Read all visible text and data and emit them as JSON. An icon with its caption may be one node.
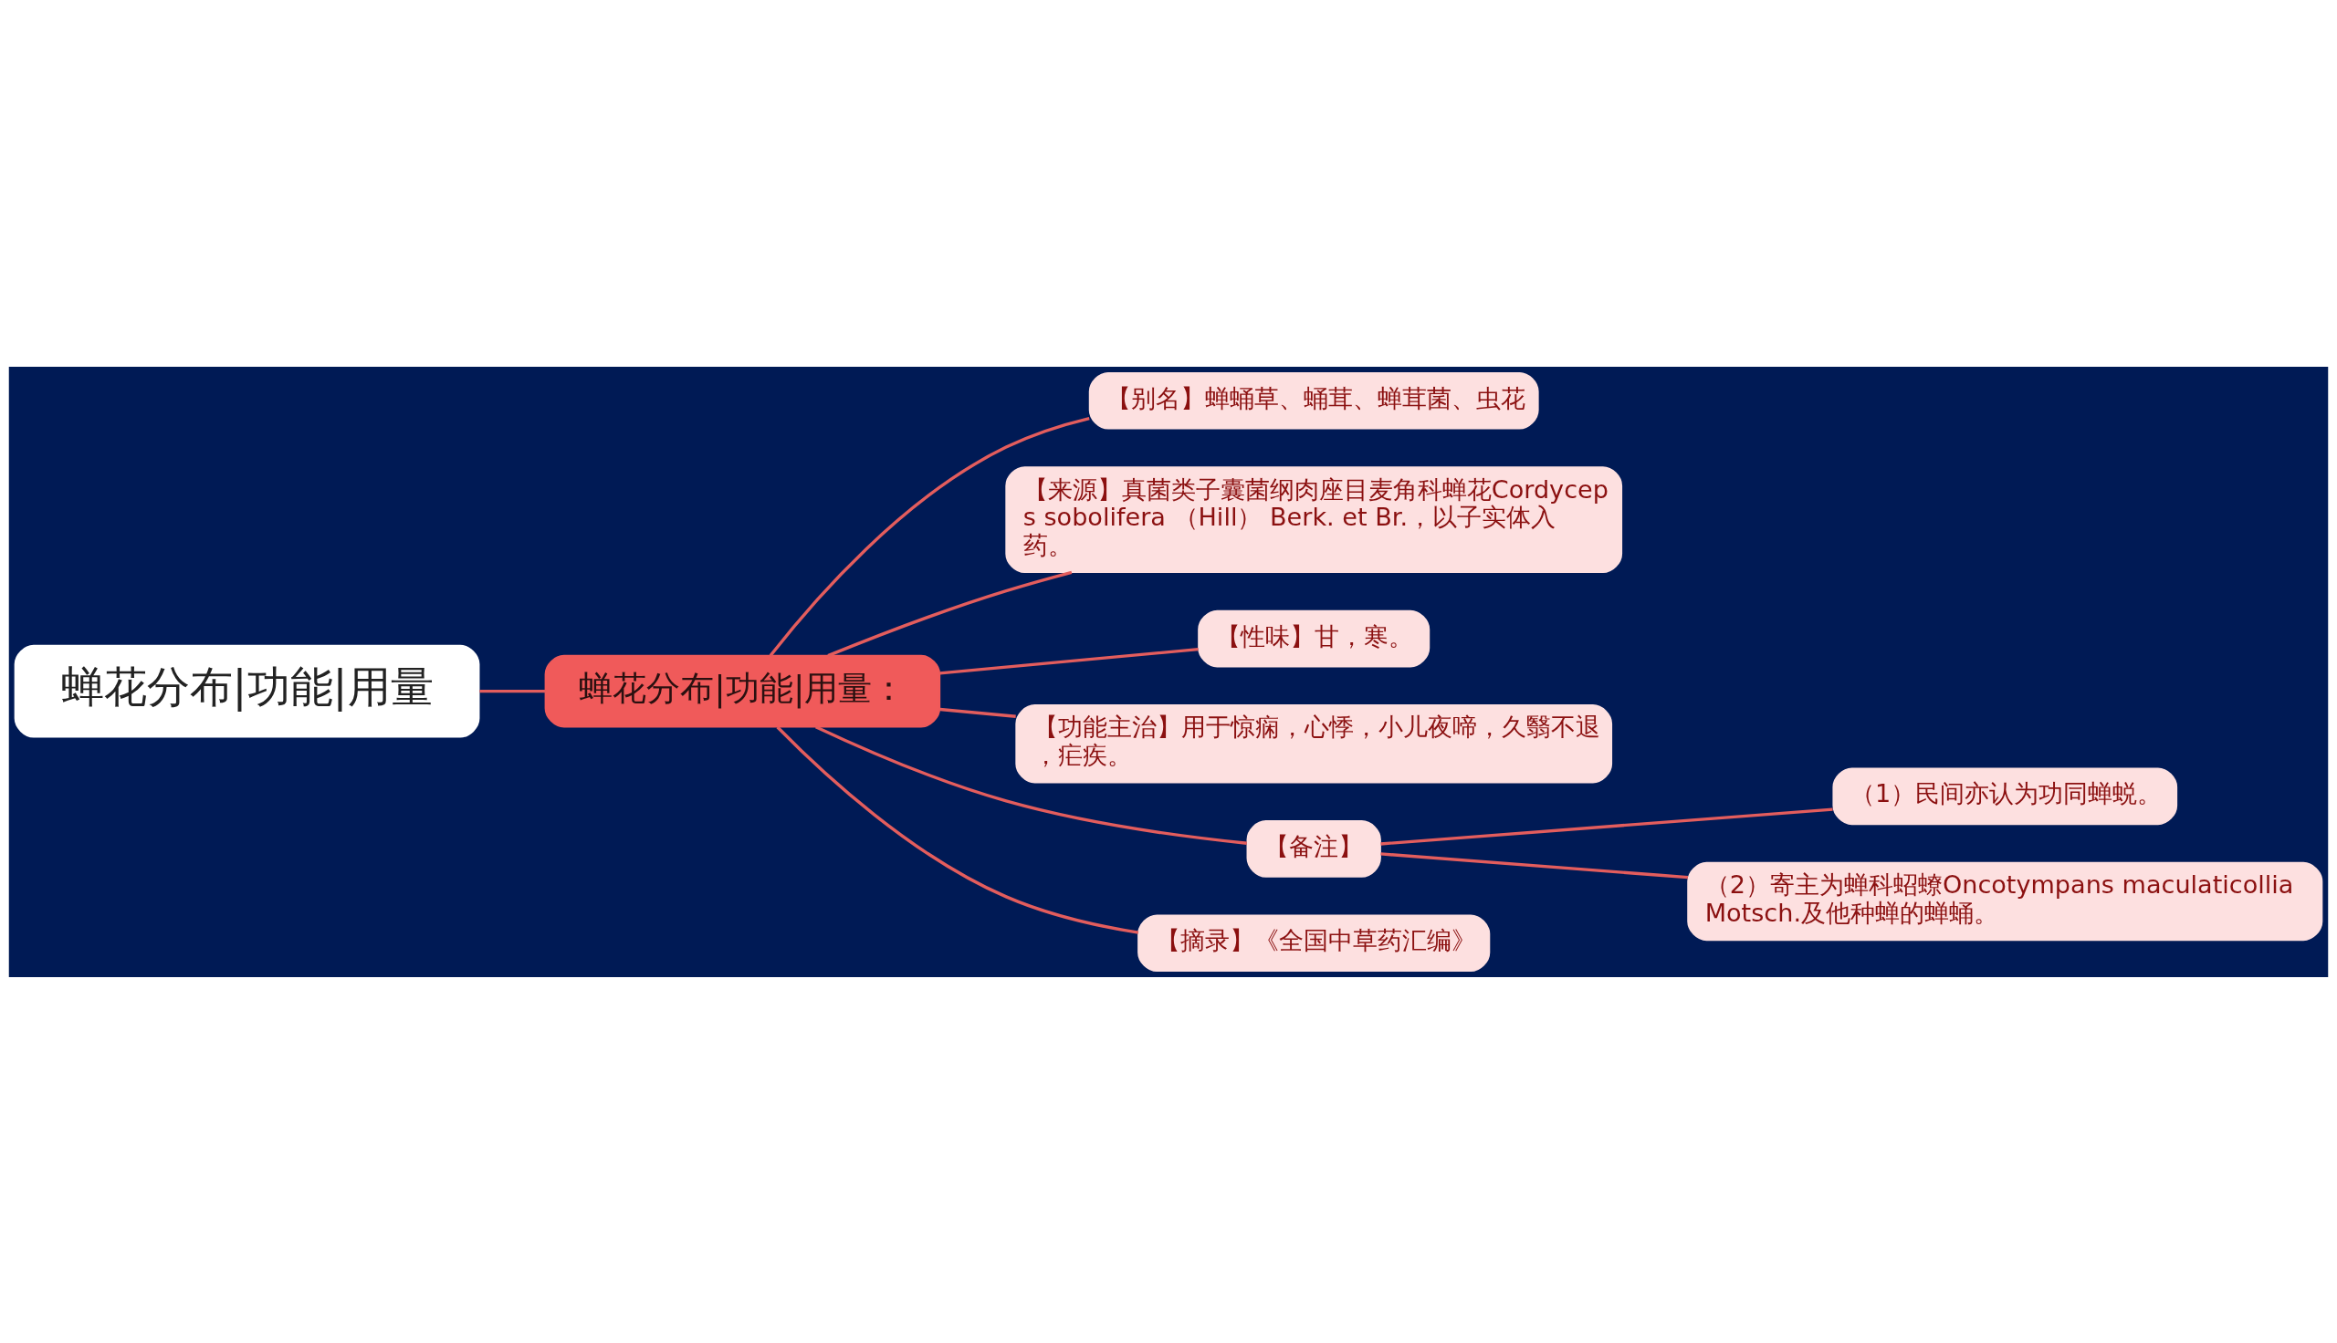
{
  "diagram": {
    "nodes": [
      {
        "text": [
          "蝉花分布|功能|用量"
        ]
      },
      {
        "text": [
          "蝉花分布|功能|用量："
        ]
      },
      {
        "text": [
          "【别名】蝉蛹草、蛹茸、蝉茸菌、虫花"
        ]
      },
      {
        "text": [
          "【来源】真菌类子囊菌纲肉座目麦角科蝉花Cordyceps sobolifera （Hill） Berk. et Br.，以子实体入药。"
        ]
      },
      {
        "text": [
          "【性味】甘，寒。"
        ]
      },
      {
        "text": [
          "【功能主治】用于惊痫，心悸，小儿夜啼，久翳不退，疟疾。"
        ]
      },
      {
        "text": [
          "【备注】"
        ]
      },
      {
        "text": [
          "（1）民间亦认为功同蝉蜕。"
        ]
      },
      {
        "text": [
          "（2）寄主为蝉科蛁蟟Oncotympans maculaticollia Motsch.及他种蝉的蝉蛹。"
        ]
      },
      {
        "text": [
          "【摘录】《全国中草药汇编》"
        ]
      }
    ],
    "edges": [
      {
        "from": 0,
        "to": 1,
        "arrow": "none"
      },
      {
        "from": 1,
        "to": 2,
        "arrow": "none"
      },
      {
        "from": 1,
        "to": 3,
        "arrow": "none"
      },
      {
        "from": 1,
        "to": 4,
        "arrow": "none"
      },
      {
        "from": 1,
        "to": 5,
        "arrow": "none"
      },
      {
        "from": 1,
        "to": 6,
        "arrow": "none"
      },
      {
        "from": 6,
        "to": 7,
        "arrow": "none"
      },
      {
        "from": 6,
        "to": 8,
        "arrow": "none"
      },
      {
        "from": 1,
        "to": 9,
        "arrow": "none"
      }
    ]
  }
}
